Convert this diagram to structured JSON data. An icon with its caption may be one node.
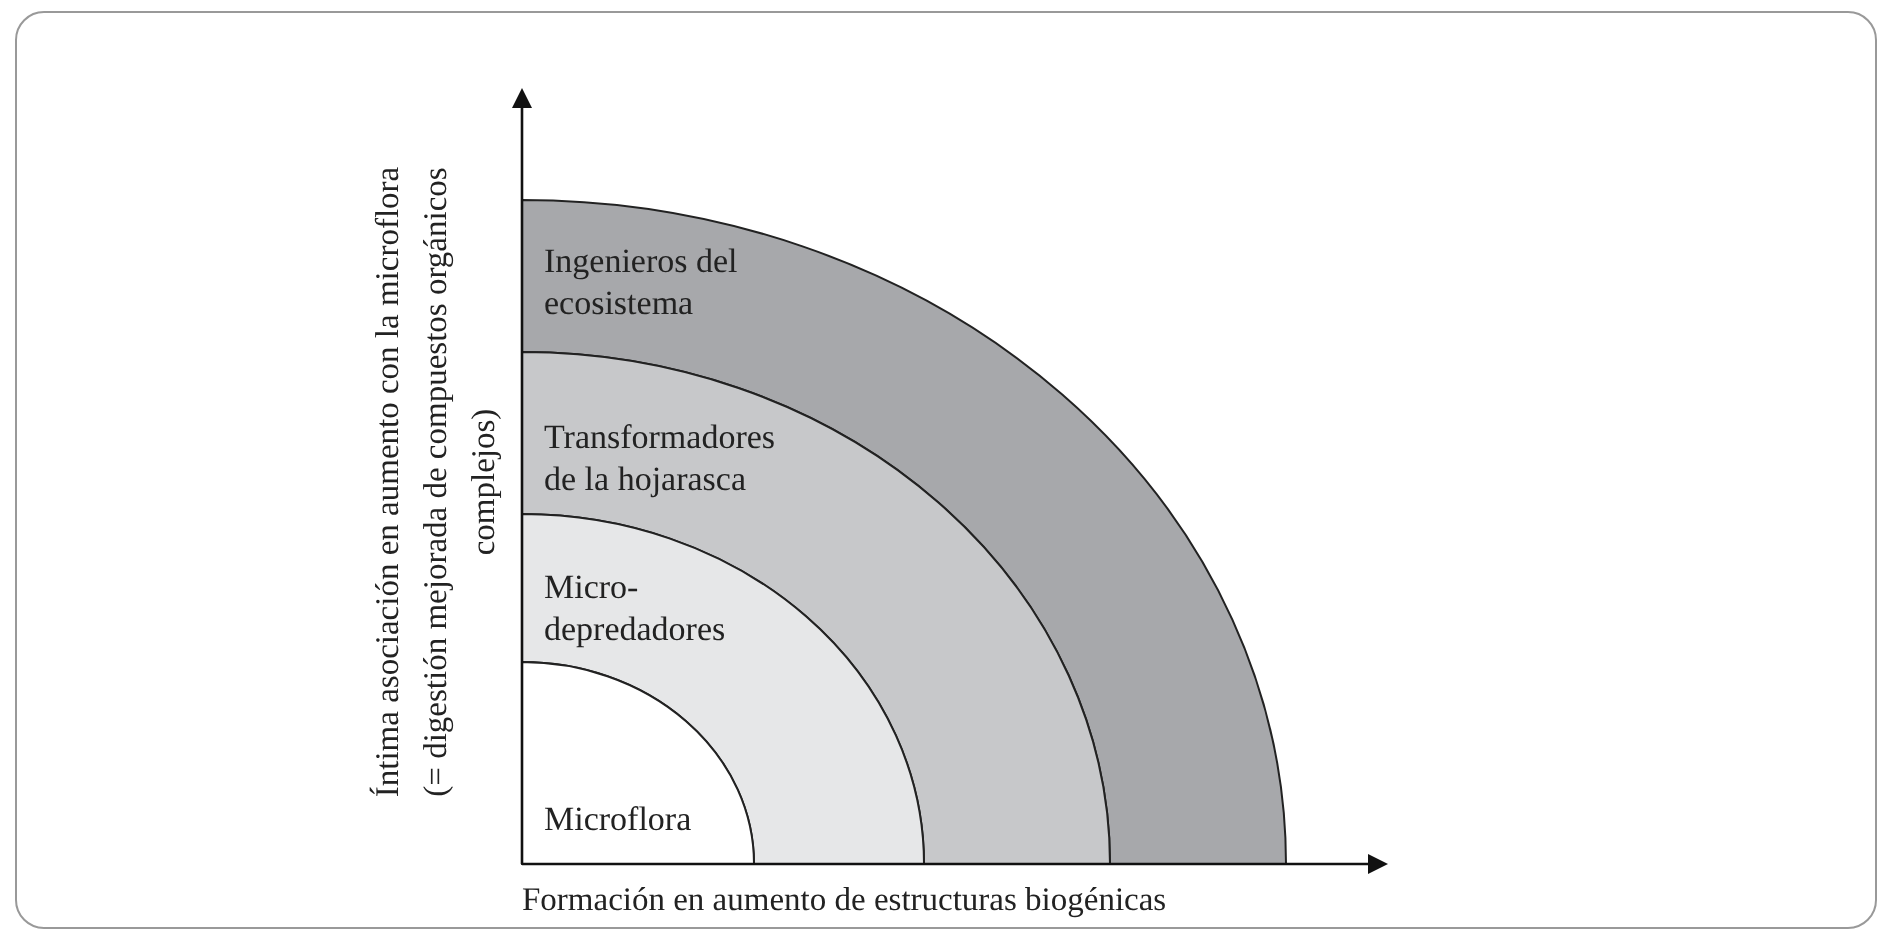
{
  "diagram": {
    "nodes": [
      {
        "text": [
          "Ingenieros del ecosistema"
        ]
      },
      {
        "text": [
          "Transformadores de la hojarasca"
        ]
      },
      {
        "text": [
          "Micro- depredadores"
        ]
      },
      {
        "text": [
          "Microflora"
        ]
      }
    ],
    "labels": [
      "Íntima asociación en aumento con la microflora (= digestión mejorada de compuestos orgánicos complejos)",
      "Formación en aumento de estructuras biogénicas"
    ]
  }
}
